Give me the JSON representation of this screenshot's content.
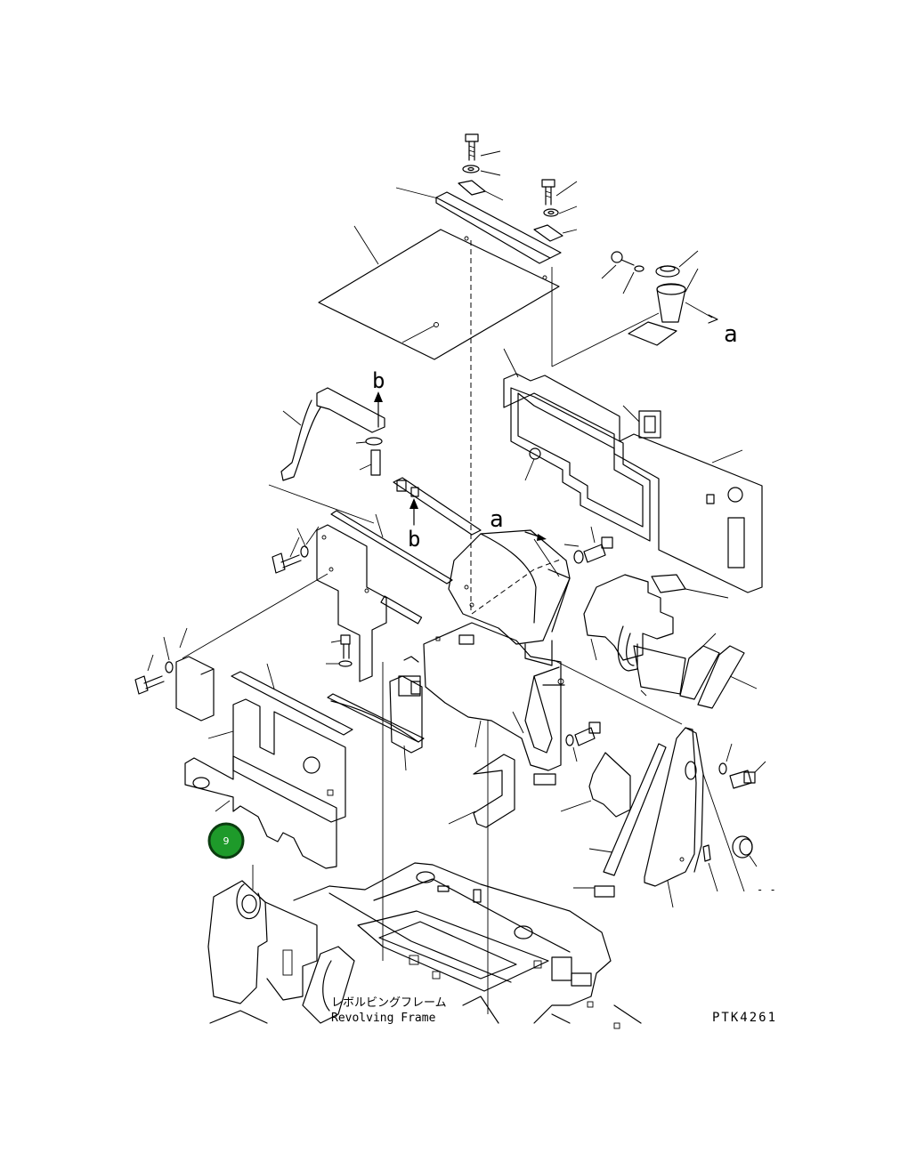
{
  "labels": {
    "arrow_a": "a",
    "arrow_b": "b",
    "frame_jp": "レボルビングフレーム",
    "frame_en": "Revolving Frame",
    "drawing_code": "PTK4261",
    "edge_mark": "- -"
  },
  "callout": {
    "number": "9",
    "color": "#1e9a2a",
    "border": "#0b3d10"
  }
}
